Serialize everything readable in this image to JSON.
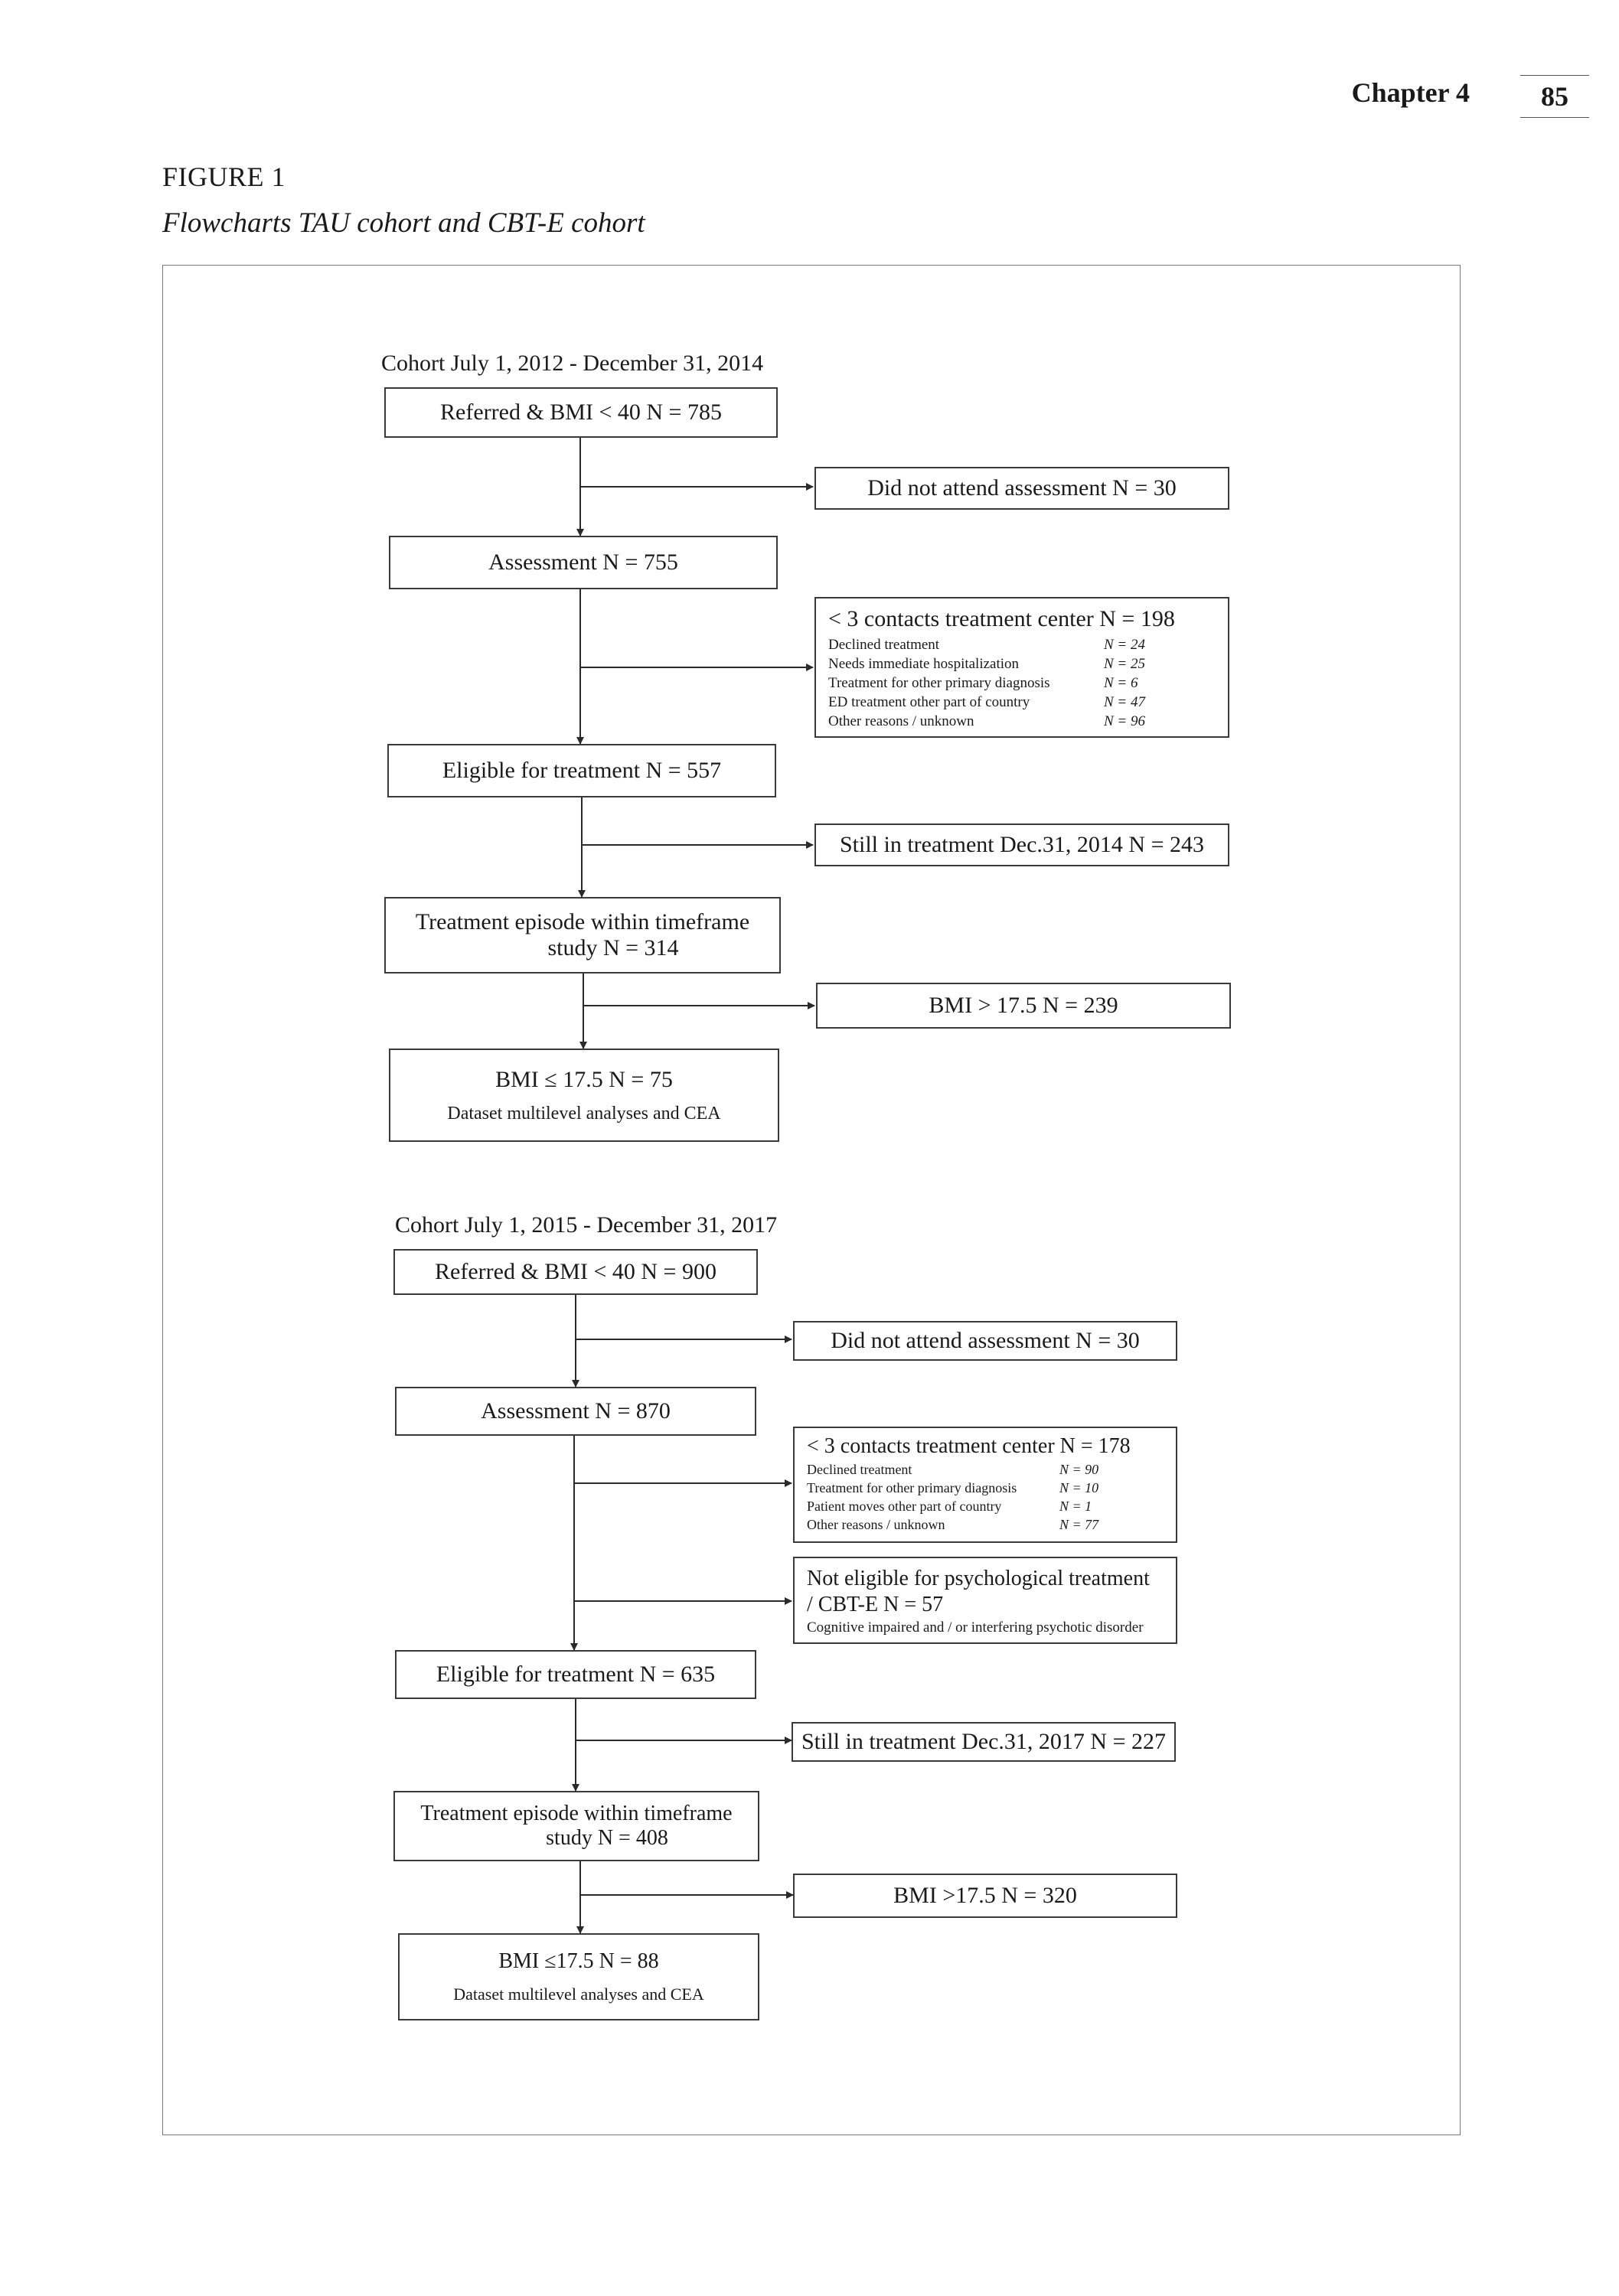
{
  "header": {
    "chapter": "Chapter 4",
    "page_number": "85"
  },
  "figure": {
    "label": "FIGURE 1",
    "title": "Flowcharts TAU cohort and CBT-E cohort"
  },
  "cohort1": {
    "title": "Cohort July 1, 2012 - December 31, 2014",
    "referred": "Referred & BMI < 40 N = 785",
    "did_not_attend": "Did not attend assessment N = 30",
    "assessment": "Assessment N = 755",
    "contacts": {
      "title": "< 3 contacts treatment center N = 198",
      "rows": [
        {
          "reason": "Declined treatment",
          "count": "N = 24"
        },
        {
          "reason": "Needs immediate hospitalization",
          "count": "N = 25"
        },
        {
          "reason": "Treatment for other primary diagnosis",
          "count": "N = 6"
        },
        {
          "reason": "ED treatment other part of country",
          "count": "N = 47"
        },
        {
          "reason": "Other reasons / unknown",
          "count": "N = 96"
        }
      ]
    },
    "eligible": "Eligible for treatment N = 557",
    "still_in_treatment": "Still in treatment Dec.31, 2014 N = 243",
    "episode_line1": "Treatment episode within timeframe",
    "episode_line2": "study N = 314",
    "bmi_over": "BMI > 17.5 N = 239",
    "bmi_under": "BMI ≤ 17.5  N = 75",
    "dataset": "Dataset multilevel analyses and CEA"
  },
  "cohort2": {
    "title": "Cohort July 1, 2015 - December 31, 2017",
    "referred": "Referred & BMI < 40 N = 900",
    "did_not_attend": "Did not attend assessment N = 30",
    "assessment": "Assessment N = 870",
    "contacts": {
      "title": "< 3 contacts treatment center N = 178",
      "rows": [
        {
          "reason": "Declined treatment",
          "count": "N = 90"
        },
        {
          "reason": "Treatment for other primary diagnosis",
          "count": "N = 10"
        },
        {
          "reason": "Patient moves other part of country",
          "count": "N = 1"
        },
        {
          "reason": "Other reasons / unknown",
          "count": "N = 77"
        }
      ]
    },
    "not_eligible_line1": "Not eligible for psychological treatment",
    "not_eligible_line2": "/ CBT-E N = 57",
    "not_eligible_note": "Cognitive impaired and / or interfering psychotic disorder",
    "eligible": "Eligible for treatment N = 635",
    "still_in_treatment": "Still in treatment Dec.31, 2017 N = 227",
    "episode_line1": "Treatment episode within timeframe",
    "episode_line2": "study N = 408",
    "bmi_over": "BMI >17.5 N = 320",
    "bmi_under": "BMI ≤17.5 N = 88",
    "dataset": "Dataset multilevel analyses and CEA"
  }
}
